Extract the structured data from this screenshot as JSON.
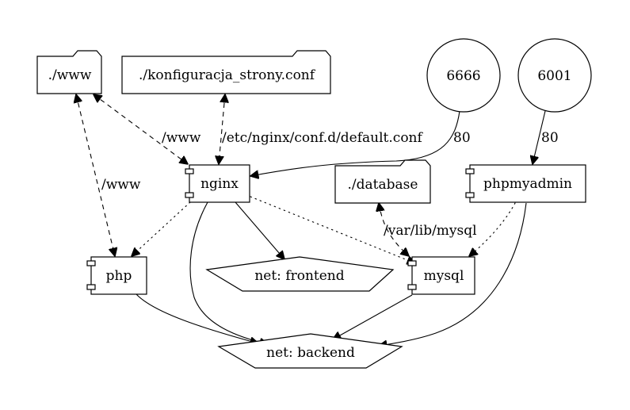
{
  "diagram": {
    "nodes": {
      "www": "./www",
      "config": "./konfiguracja_strony.conf",
      "port_6666": "6666",
      "port_6001": "6001",
      "nginx": "nginx",
      "database": "./database",
      "phpmyadmin": "phpmyadmin",
      "php": "php",
      "net_frontend": "net: frontend",
      "mysql": "mysql",
      "net_backend": "net: backend"
    },
    "edge_labels": {
      "www_nginx": "/www",
      "config_nginx": "/etc/nginx/conf.d/default.conf",
      "port_6666_nginx": "80",
      "port_6001_phpmyadmin": "80",
      "www_php": "/www",
      "database_mysql": "/var/lib/mysql"
    }
  }
}
